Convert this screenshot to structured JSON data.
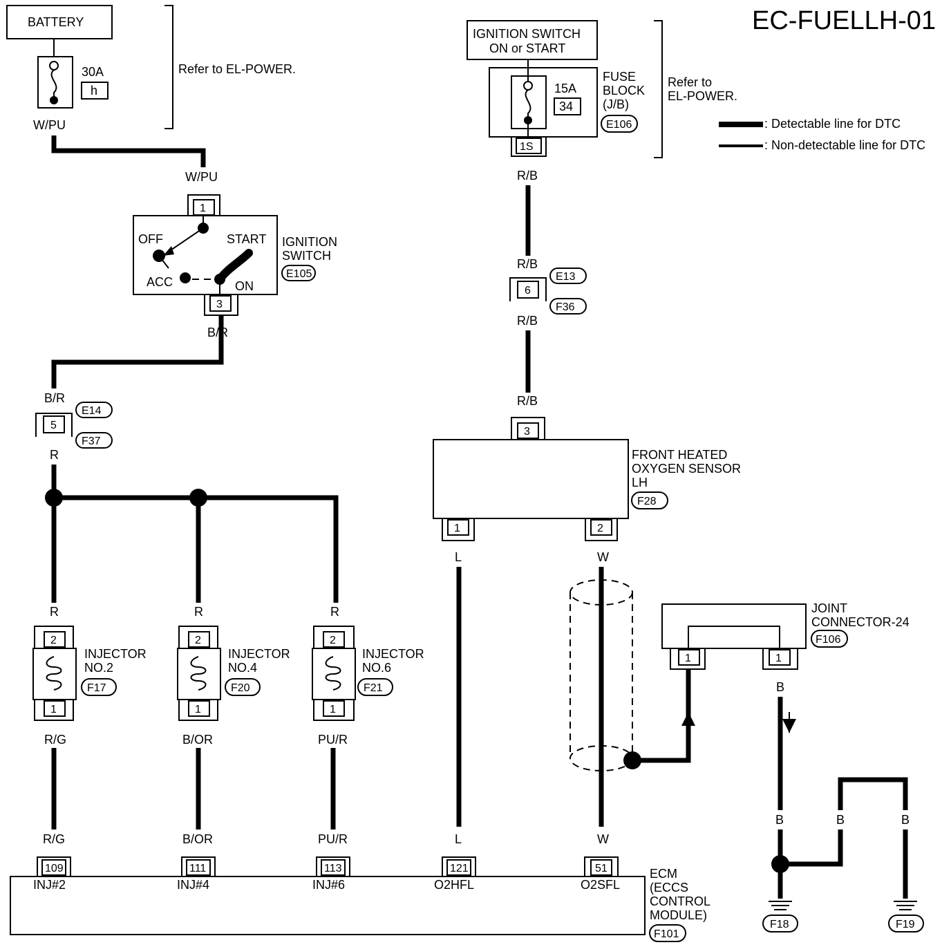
{
  "title": "EC-FUELLH-01",
  "legend": {
    "detectable": ": Detectable line for DTC",
    "non_detectable": ": Non-detectable line for DTC"
  },
  "battery": {
    "label": "BATTERY",
    "fuse_amp": "30A",
    "fuse_id": "h",
    "wire": "W/PU",
    "refer": "Refer to EL-POWER."
  },
  "ign_switch_top": {
    "label1": "IGNITION SWITCH",
    "label2": "ON or START"
  },
  "fuse_block": {
    "amp": "15A",
    "num": "34",
    "name1": "FUSE",
    "name2": "BLOCK",
    "name3": "(J/B)",
    "conn": "E106",
    "pin": "1S",
    "refer1": "Refer to",
    "refer2": "EL-POWER."
  },
  "ignition_switch": {
    "name1": "IGNITION",
    "name2": "SWITCH",
    "conn": "E105",
    "pin_in": "1",
    "pin_out": "3",
    "wire_in": "W/PU",
    "wire_out": "B/R",
    "off": "OFF",
    "start": "START",
    "acc": "ACC",
    "on": "ON"
  },
  "jc_left": {
    "pin": "5",
    "conn_top": "E14",
    "conn_bot": "F37",
    "wire_top": "B/R",
    "wire_bot": "R"
  },
  "jc_right": {
    "pin": "6",
    "conn_top": "E13",
    "conn_bot": "F36",
    "wire_top": "R/B",
    "wire_bot": "R/B"
  },
  "wire_rb": [
    "R/B",
    "R/B"
  ],
  "o2_sensor": {
    "name1": "FRONT HEATED",
    "name2": "OXYGEN SENSOR",
    "name3": "LH",
    "conn": "F28",
    "pin_top": "3",
    "pin_l": "1",
    "pin_r": "2",
    "wire_l": "L",
    "wire_r": "W"
  },
  "injectors": [
    {
      "name1": "INJECTOR",
      "name2": "NO.2",
      "conn": "F17",
      "pin_top": "2",
      "pin_bot": "1",
      "wire_top": "R",
      "wire_bot": "R/G",
      "ecm_wire": "R/G",
      "ecm_pin": "109",
      "ecm_label": "INJ#2"
    },
    {
      "name1": "INJECTOR",
      "name2": "NO.4",
      "conn": "F20",
      "pin_top": "2",
      "pin_bot": "1",
      "wire_top": "R",
      "wire_bot": "B/OR",
      "ecm_wire": "B/OR",
      "ecm_pin": "111",
      "ecm_label": "INJ#4"
    },
    {
      "name1": "INJECTOR",
      "name2": "NO.6",
      "conn": "F21",
      "pin_top": "2",
      "pin_bot": "1",
      "wire_top": "R",
      "wire_bot": "PU/R",
      "ecm_wire": "PU/R",
      "ecm_pin": "113",
      "ecm_label": "INJ#6"
    }
  ],
  "ecm_o2": [
    {
      "wire": "L",
      "pin": "121",
      "label": "O2HFL"
    },
    {
      "wire": "W",
      "pin": "51",
      "label": "O2SFL"
    }
  ],
  "ecm": {
    "name1": "ECM",
    "name2": "(ECCS",
    "name3": "CONTROL",
    "name4": "MODULE)",
    "conn": "F101"
  },
  "joint": {
    "name1": "JOINT",
    "name2": "CONNECTOR-24",
    "conn": "F106",
    "pin_l": "1",
    "pin_r": "1",
    "wire": "B"
  },
  "ground": {
    "wire_b1": "B",
    "wire_b2": "B",
    "wire_b3": "B",
    "g1": "F18",
    "g2": "F19"
  }
}
